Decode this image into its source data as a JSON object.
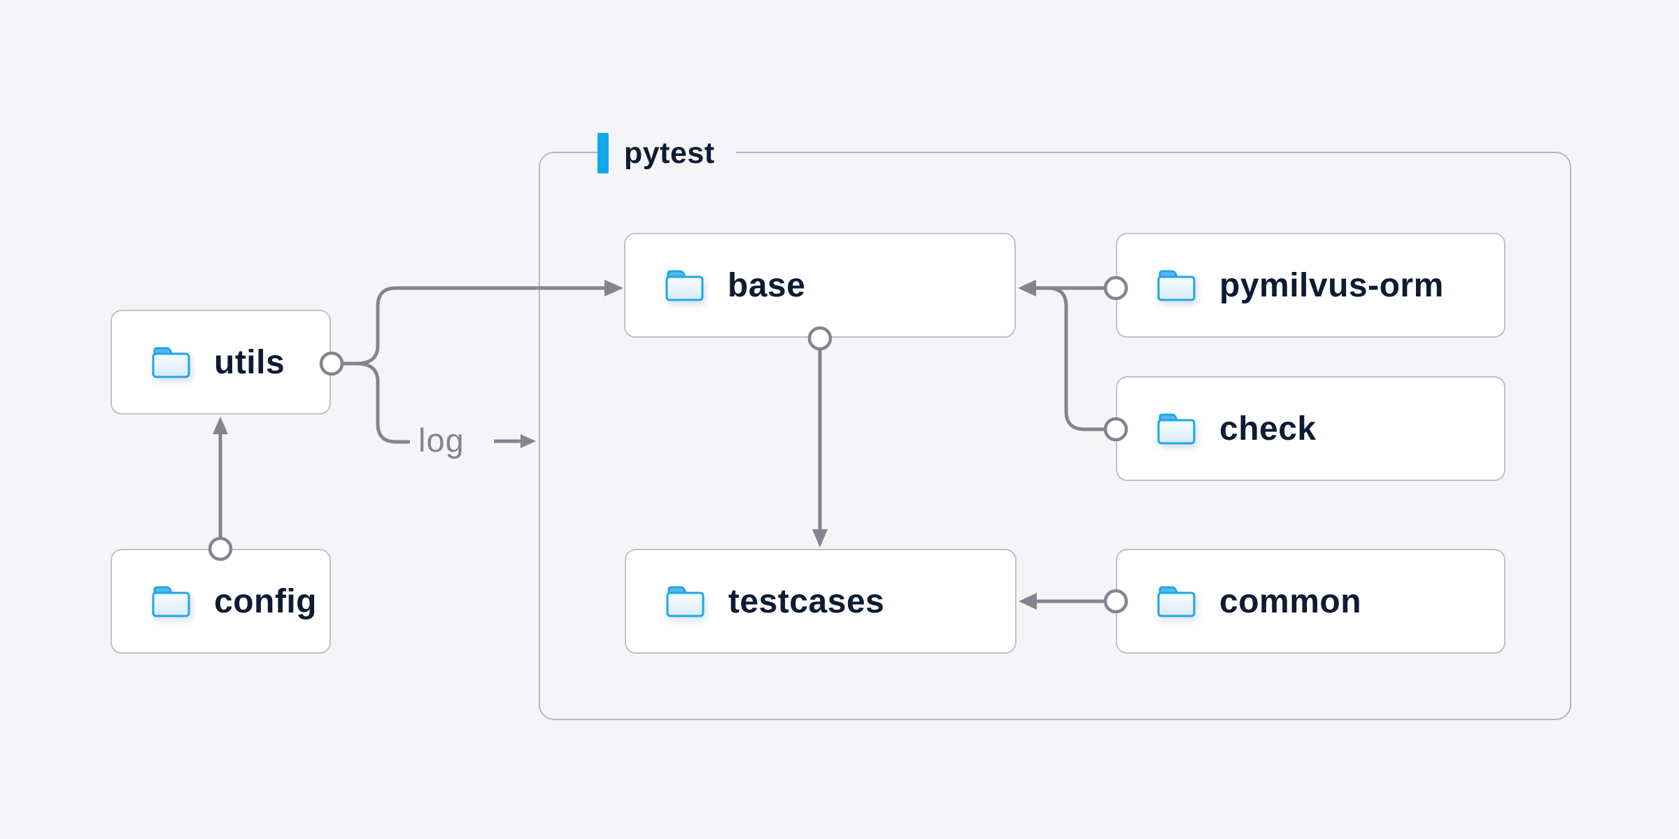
{
  "diagram": {
    "title_group": "pytest",
    "nodes": {
      "utils": "utils",
      "config": "config",
      "base": "base",
      "pymilvus_orm": "pymilvus-orm",
      "check": "check",
      "testcases": "testcases",
      "common": "common"
    },
    "edge_labels": {
      "log": "log"
    },
    "edges": [
      {
        "from": "config",
        "to": "utils"
      },
      {
        "from": "utils",
        "to": "base"
      },
      {
        "from": "utils",
        "to": "log",
        "label": "log"
      },
      {
        "from": "pymilvus-orm",
        "to": "base"
      },
      {
        "from": "check",
        "to": "base"
      },
      {
        "from": "base",
        "to": "testcases"
      },
      {
        "from": "common",
        "to": "testcases"
      }
    ],
    "colors": {
      "background": "#f5f5f7",
      "node_fill": "#ffffff",
      "node_border": "#c0c1cd",
      "group_border": "#b5b6c3",
      "accent_blue_bar": "#0ea9ea",
      "folder_blue": "#1fa6e8",
      "text_navy": "#0e1b33",
      "connector_gray": "#84848e"
    },
    "icon_legend": {
      "node_icon": "folder-icon"
    }
  }
}
